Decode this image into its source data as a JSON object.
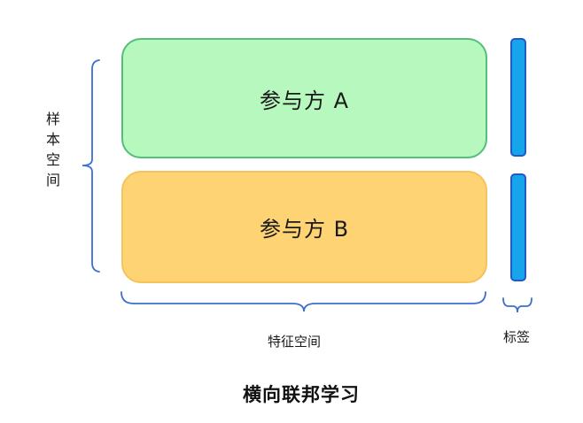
{
  "title": "横向联邦学习",
  "diagram": {
    "participants": [
      {
        "id": "A",
        "label": "参与方 A"
      },
      {
        "id": "B",
        "label": "参与方 B"
      }
    ],
    "annotations": {
      "sample_space": "样本空间",
      "feature_space": "特征空间",
      "label_column": "标签"
    }
  },
  "colors": {
    "participant_a_fill": "#b6f8bd",
    "participant_a_border": "#54be7a",
    "participant_b_fill": "#fdd374",
    "participant_b_border": "#f4c35b",
    "label_bar_fill": "#16a5ea",
    "label_bar_border": "#2159c5",
    "brace": "#3c6fd0",
    "text": "#1a1a1a"
  }
}
